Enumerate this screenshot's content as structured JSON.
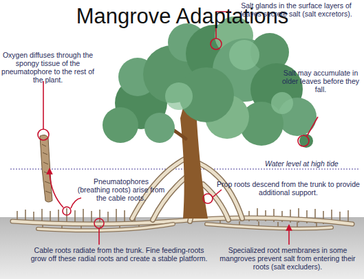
{
  "diagram": {
    "title": "Mangrove Adaptations",
    "labels": [
      "Oxygen diffuses through the spongy tissue of the pneumatophore to the rest of the plant.",
      "Salt glands in the surface layers of leaves secrete salt (salt excretors).",
      "Salt may accumulate in older leaves before they fall.",
      "Water level at high tide",
      "Pneumatophores (breathing roots) arise from the cable roots.",
      "Prop roots descend from the trunk to provide additional support.",
      "Cable roots radiate from the trunk. Fine feeding-roots grow off these radial roots and create a stable platform.",
      "Specialized root membranes in some mangroves prevent salt from entering their roots (salt excluders)."
    ]
  }
}
